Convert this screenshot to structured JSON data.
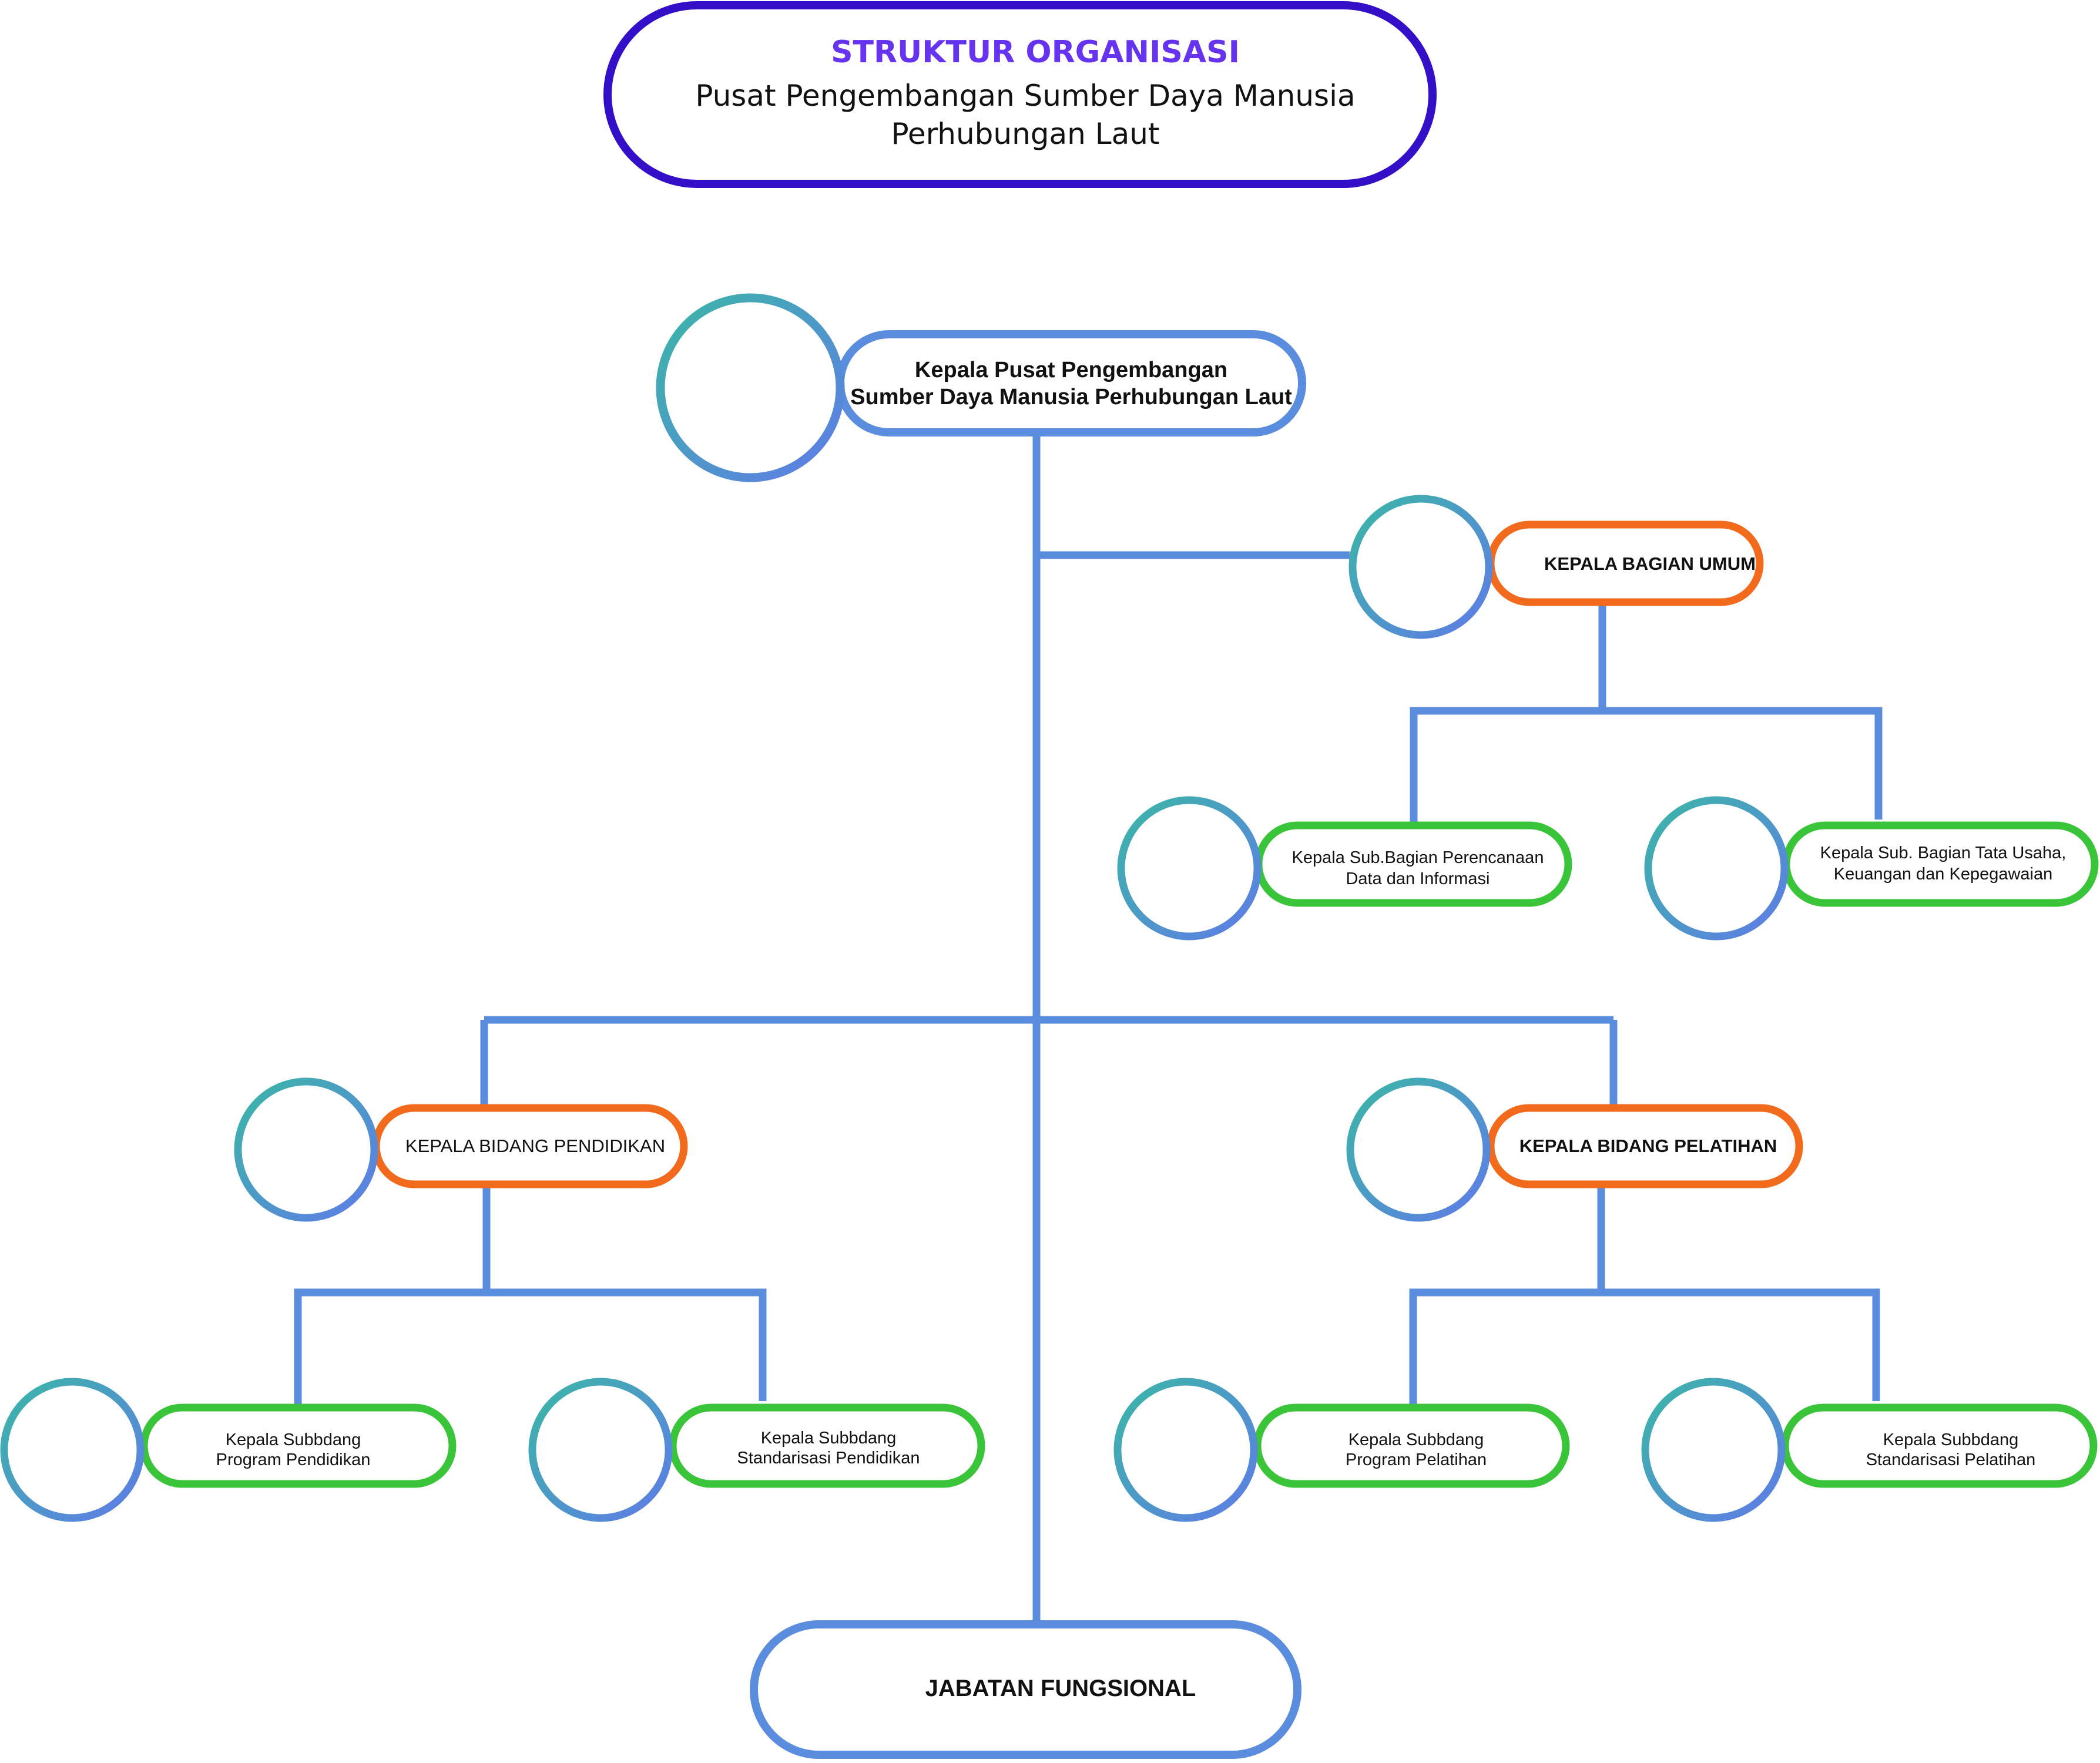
{
  "title": {
    "heading": "STRUKTUR ORGANISASI",
    "line1": "Pusat Pengembangan Sumber Daya Manusia",
    "line2": "Perhubungan Laut",
    "heading_color": "#6633ee",
    "border_color": "#3310c8"
  },
  "colors": {
    "connector": "#5b8ddf",
    "level1": "#f26a1b",
    "level2": "#39c43a",
    "photo_start": "#3bb7a6",
    "photo_end": "#5f7be8"
  },
  "head": {
    "line1": "Kepala Pusat Pengembangan",
    "line2": "Sumber Daya Manusia Perhubungan Laut"
  },
  "bagian_umum": {
    "label": "KEPALA BAGIAN UMUM",
    "sub1": {
      "line1": "Kepala Sub.Bagian Perencanaan",
      "line2": "Data dan Informasi"
    },
    "sub2": {
      "line1": "Kepala Sub. Bagian Tata Usaha,",
      "line2": "Keuangan dan Kepegawaian"
    }
  },
  "bidang_pendidikan": {
    "label": "KEPALA BIDANG PENDIDIKAN",
    "sub1": {
      "line1": "Kepala Subbdang",
      "line2": "Program Pendidikan"
    },
    "sub2": {
      "line1": "Kepala Subbdang",
      "line2": "Standarisasi Pendidikan"
    }
  },
  "bidang_pelatihan": {
    "label": "KEPALA BIDANG PELATIHAN",
    "sub1": {
      "line1": "Kepala Subbdang",
      "line2": "Program Pelatihan"
    },
    "sub2": {
      "line1": "Kepala Subbdang",
      "line2": "Standarisasi Pelatihan"
    }
  },
  "fungsional": {
    "label": "JABATAN FUNGSIONAL"
  }
}
